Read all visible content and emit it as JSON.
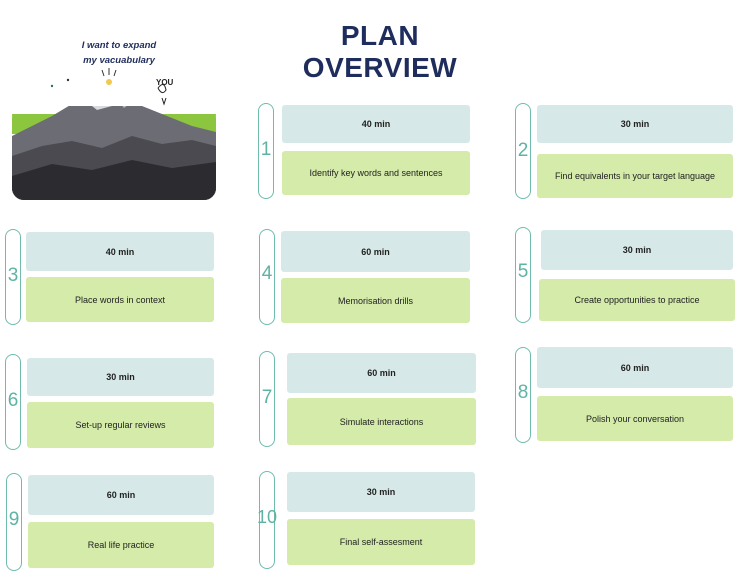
{
  "title": "PLAN OVERVIEW",
  "hero": {
    "caption_line1": "I want to expand",
    "caption_line2": "my vacuabulary",
    "you_label": "YOU"
  },
  "colors": {
    "title": "#1f2d5c",
    "duration_box": "#d6e9e8",
    "task_box": "#d4eba9",
    "bracket": "#6fbcad",
    "hero_green": "#8cc63f"
  },
  "steps": [
    {
      "number": "1",
      "duration": "40 min",
      "task": "Identify key words and sentences"
    },
    {
      "number": "2",
      "duration": "30 min",
      "task": "Find equivalents in your target language"
    },
    {
      "number": "3",
      "duration": "40 min",
      "task": "Place words in context"
    },
    {
      "number": "4",
      "duration": "60 min",
      "task": "Memorisation drills"
    },
    {
      "number": "5",
      "duration": "30 min",
      "task": "Create opportunities to practice"
    },
    {
      "number": "6",
      "duration": "30 min",
      "task": "Set-up regular reviews"
    },
    {
      "number": "7",
      "duration": "60 min",
      "task": "Simulate interactions"
    },
    {
      "number": "8",
      "duration": "60 min",
      "task": "Polish your conversation"
    },
    {
      "number": "9",
      "duration": "60 min",
      "task": "Real life practice"
    },
    {
      "number": "10",
      "duration": "30 min",
      "task": "Final self-assesment"
    }
  ]
}
